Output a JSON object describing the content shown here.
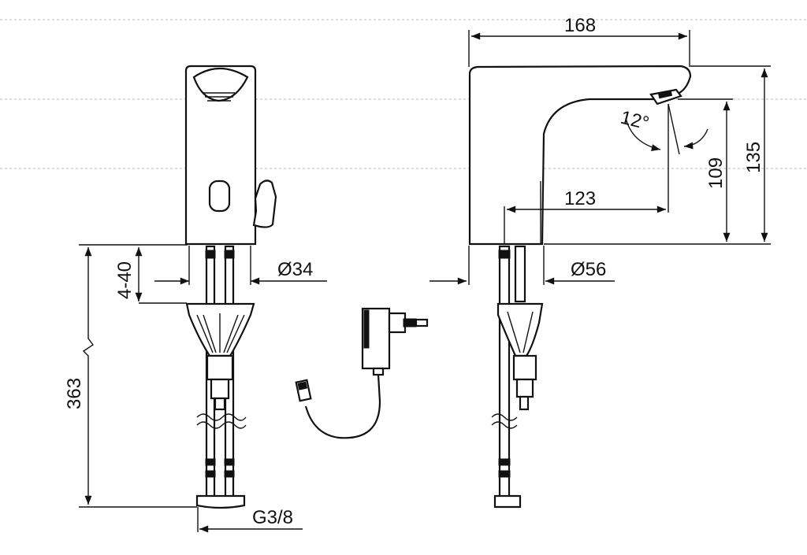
{
  "dimensions": {
    "overall_length": "168",
    "total_height": "135",
    "spout_height": "109",
    "spout_reach": "123",
    "spout_angle": "12°",
    "body_diameter_front": "Ø34",
    "body_diameter_side": "Ø56",
    "deck_thickness": "4-40",
    "hose_length": "363",
    "connection_thread": "G3/8"
  }
}
